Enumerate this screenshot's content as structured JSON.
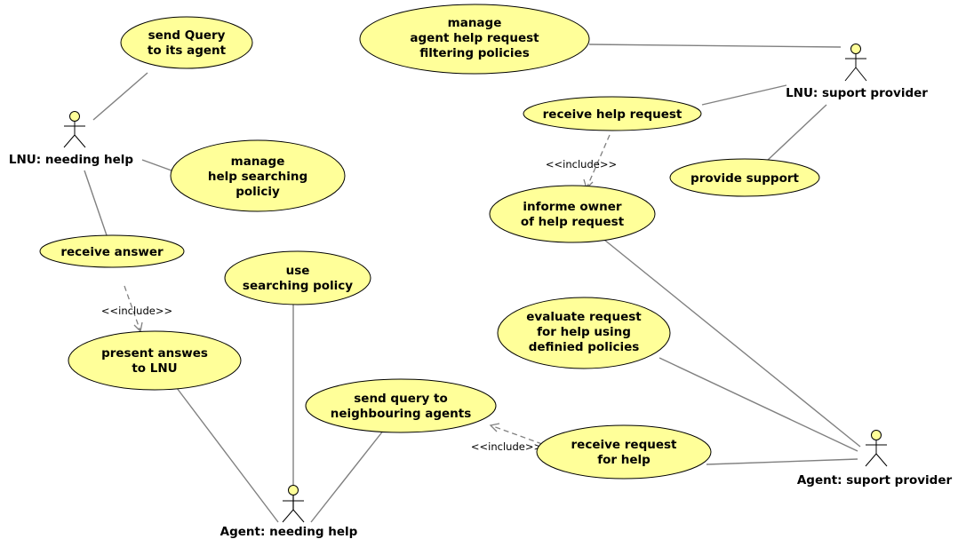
{
  "diagram": {
    "use_cases": {
      "send_query": [
        "send Query",
        "to its agent"
      ],
      "manage_help_searching": [
        "manage",
        "help searching",
        "policiy"
      ],
      "receive_answer": [
        "receive answer"
      ],
      "present_answers": [
        "present answes",
        "to LNU"
      ],
      "use_searching_policy": [
        "use",
        "searching policy"
      ],
      "send_query_neighbours": [
        "send query to",
        "neighbouring agents"
      ],
      "manage_filtering": [
        "manage",
        "agent help request",
        "filtering policies"
      ],
      "receive_help_request": [
        "receive help request"
      ],
      "provide_support": [
        "provide support"
      ],
      "informe_owner": [
        "informe owner",
        "of help request"
      ],
      "evaluate_request": [
        "evaluate request",
        "for help using",
        "definied policies"
      ],
      "receive_request_help": [
        "receive request",
        "for help"
      ]
    },
    "actors": {
      "lnu_needing_help": "LNU: needing help",
      "agent_needing_help": "Agent: needing help",
      "lnu_support_provider": "LNU: suport provider",
      "agent_support_provider": "Agent: suport provider"
    },
    "include_label": "<<include>>",
    "colors": {
      "use_case_fill": "#ffff99",
      "line": "#808080",
      "outline": "#000000",
      "background": "#ffffff"
    }
  }
}
